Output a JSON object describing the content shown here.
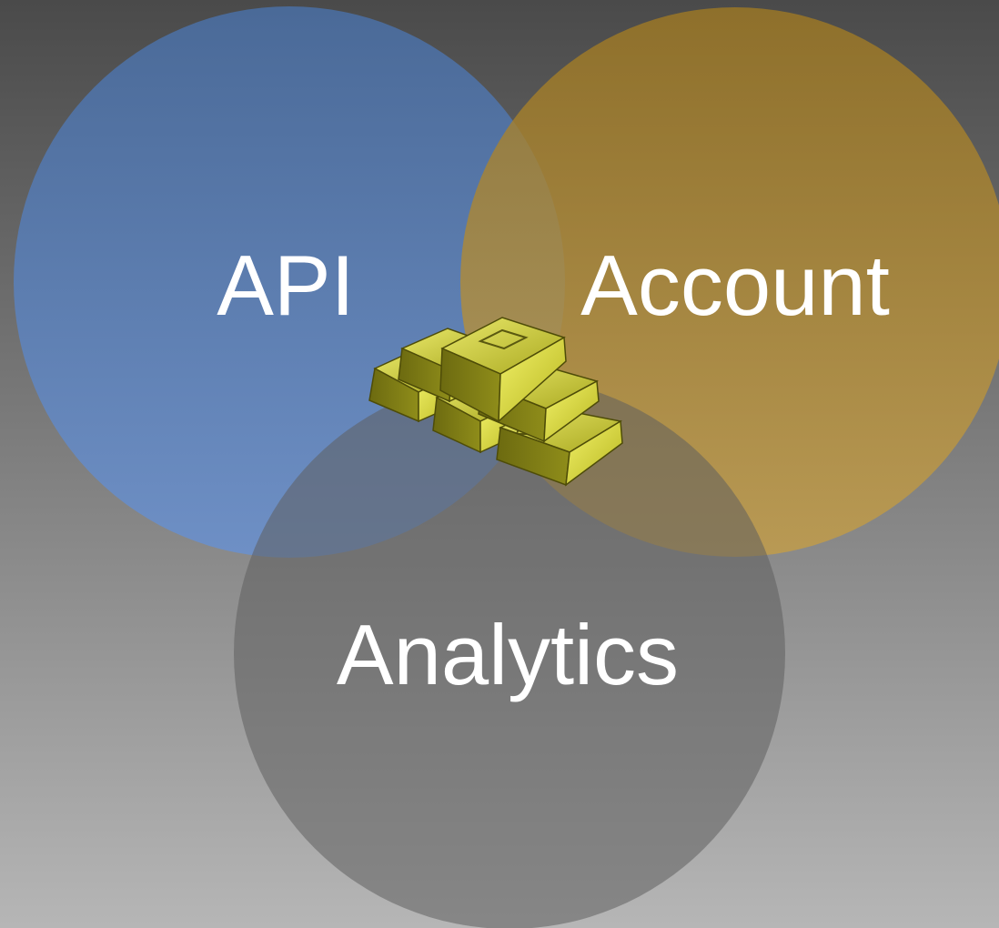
{
  "diagram": {
    "type": "venn",
    "sets": [
      {
        "id": "api",
        "label": "API",
        "color": "#4a6c9c"
      },
      {
        "id": "account",
        "label": "Account",
        "color": "#a57e25"
      },
      {
        "id": "analytics",
        "label": "Analytics",
        "color": "#6a6a6a"
      }
    ],
    "center_icon": "gold-bars-icon",
    "background": {
      "top": "#4a4a4a",
      "bottom": "#b6b6b6"
    },
    "text_color": "#ffffff"
  }
}
